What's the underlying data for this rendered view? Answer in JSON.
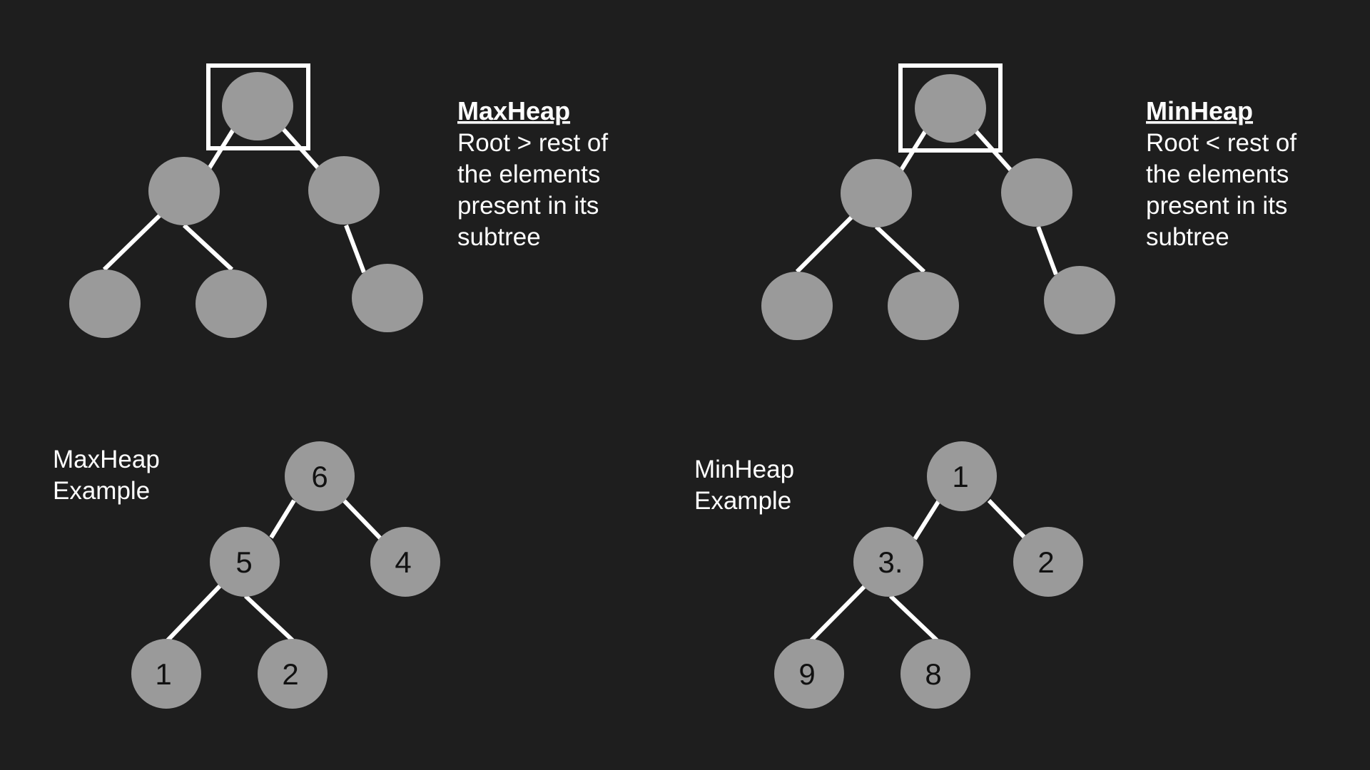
{
  "max_heap_definition": {
    "title": "MaxHeap",
    "description_lines": [
      "Root > rest of",
      "the elements",
      "present in its",
      "subtree"
    ]
  },
  "min_heap_definition": {
    "title": "MinHeap",
    "description_lines": [
      "Root < rest of",
      "the elements",
      "present in its",
      "subtree"
    ]
  },
  "max_heap_example": {
    "label_lines": [
      "MaxHeap",
      "Example"
    ],
    "nodes": [
      "6",
      "5",
      "4",
      "1",
      "2"
    ]
  },
  "min_heap_example": {
    "label_lines": [
      "MinHeap",
      "Example"
    ],
    "nodes": [
      "1",
      "3.",
      "2",
      "9",
      "8"
    ]
  },
  "colors": {
    "background": "#1e1e1e",
    "node_fill": "#9a9a9a",
    "edge": "#ffffff",
    "text": "#ffffff",
    "node_text": "#111111"
  }
}
